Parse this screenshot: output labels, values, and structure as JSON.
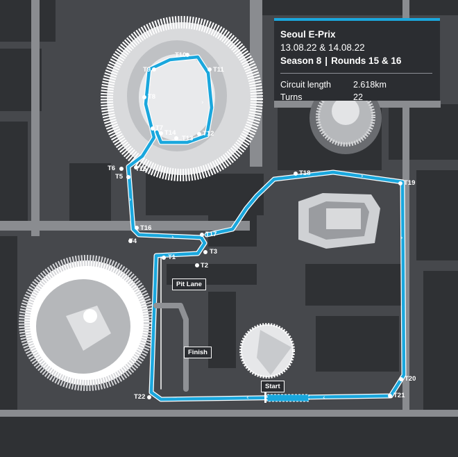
{
  "event": {
    "title": "Seoul E-Prix",
    "dates": "13.08.22 & 14.08.22",
    "season": "Season 8",
    "rounds": "Rounds 15 & 16",
    "separator": "|",
    "stats": [
      {
        "key": "Circuit length",
        "value": "2.618km"
      },
      {
        "key": "Turns",
        "value": "22"
      }
    ]
  },
  "markers": {
    "start": "Start",
    "finish": "Finish",
    "pit_lane": "Pit Lane"
  },
  "turns": [
    "T1",
    "T2",
    "T3",
    "T4",
    "T5",
    "T6",
    "T7",
    "T8",
    "T9",
    "T10",
    "T11",
    "T12",
    "T13",
    "T14",
    "T15",
    "T16",
    "T17",
    "T18",
    "T19",
    "T20",
    "T21",
    "T22"
  ],
  "colors": {
    "track": "#1aa7dd",
    "background": "#46484c",
    "panel": "#2b2d31"
  }
}
